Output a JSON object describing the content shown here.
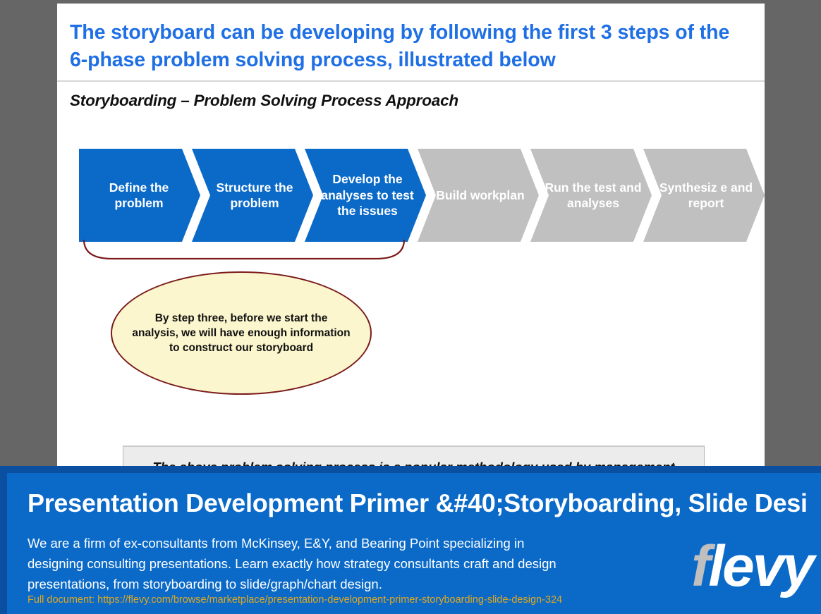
{
  "slide": {
    "title": "The storyboard can be developing by following the first 3 steps of the 6-phase problem solving process, illustrated below",
    "subtitle": "Storyboarding – Problem Solving Process Approach",
    "process": {
      "steps": [
        {
          "label": "Define the problem",
          "state": "active",
          "color": "#0b6ac8"
        },
        {
          "label": "Structure the problem",
          "state": "active",
          "color": "#0b6ac8"
        },
        {
          "label": "Develop the analyses to test the issues",
          "state": "active",
          "color": "#0b6ac8"
        },
        {
          "label": "Build workplan",
          "state": "inactive",
          "color": "#c0c0c0"
        },
        {
          "label": "Run the test and analyses",
          "state": "inactive",
          "color": "#c0c0c0"
        },
        {
          "label": "Synthesiz e and report",
          "state": "inactive",
          "color": "#c0c0c0"
        }
      ]
    },
    "callout": {
      "text": "By step three, before we start the analysis, we will have enough information to construct our storyboard",
      "fill": "#fbf6cd",
      "border": "#7b1b1b"
    },
    "bracket": {
      "color": "#7b1b1b"
    },
    "note": {
      "text": "The above problem solving process is a popular methodology used by management"
    }
  },
  "banner": {
    "title": "Presentation Development Primer &#40;Storyboarding, Slide Desi",
    "description": "We are a firm of ex-consultants from McKinsey, E&Y, and Bearing Point specializing in designing consulting presentations. Learn exactly how strategy consultants craft and design presentations, from storyboarding to slide/graph/chart design.",
    "url_label": "Full document: https://flevy.com/browse/marketplace/presentation-development-primer-storyboarding-slide-design-324",
    "logo": {
      "prefix": "f",
      "suffix": "levy"
    },
    "accent": "#0b6ac8",
    "url_color": "#e0a820"
  }
}
